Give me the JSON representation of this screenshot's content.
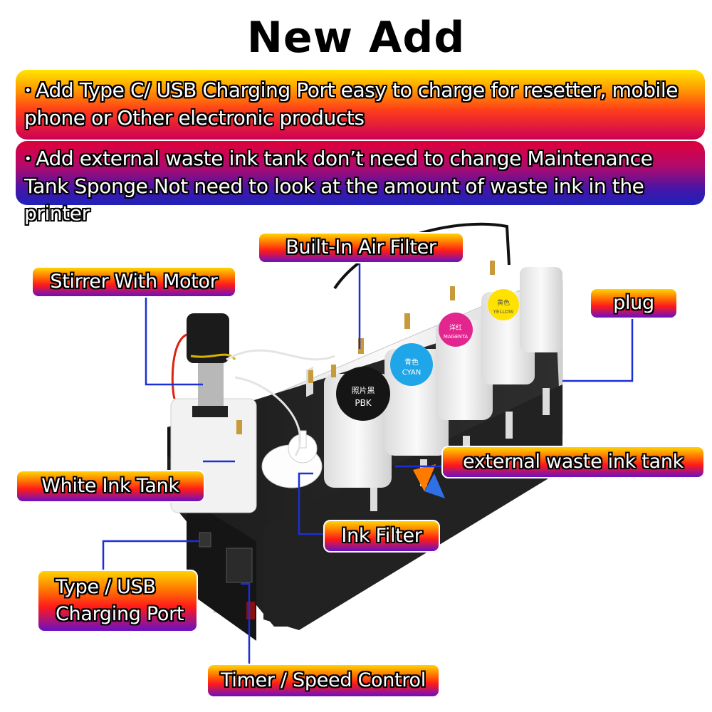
{
  "title": "New Add",
  "banners": [
    {
      "bullet": "•",
      "text": "Add Type C/ USB Charging Port easy to charge for resetter, mobile phone or Other electronic products"
    },
    {
      "bullet": "•",
      "text": "Add external waste ink tank don’t need to change Maintenance Tank Sponge.Not need to look at the amount of waste ink in the printer"
    }
  ],
  "labels": {
    "air_filter": "Built-In Air Filter",
    "stirrer": "Stirrer With Motor",
    "plug": "plug",
    "waste_tank": "external waste ink tank",
    "white_tank": "White Ink Tank",
    "ink_filter": "Ink Filter",
    "charging_line1": "Type / USB",
    "charging_line2": "Charging Port",
    "timer": "Timer / Speed Control"
  },
  "bottle_labels": {
    "pbk_cn": "照片黑",
    "pbk": "PBK",
    "cyan_cn": "青色",
    "cyan": "CYAN",
    "magenta_cn": "洋红",
    "magenta": "MAGENTA",
    "yellow_cn": "黄色",
    "yellow": "YELLOW"
  },
  "colors": {
    "accent_line": "#1a2fd6",
    "cyan": "#1ea6e8",
    "magenta": "#e3268f",
    "yellow": "#ffe200"
  }
}
